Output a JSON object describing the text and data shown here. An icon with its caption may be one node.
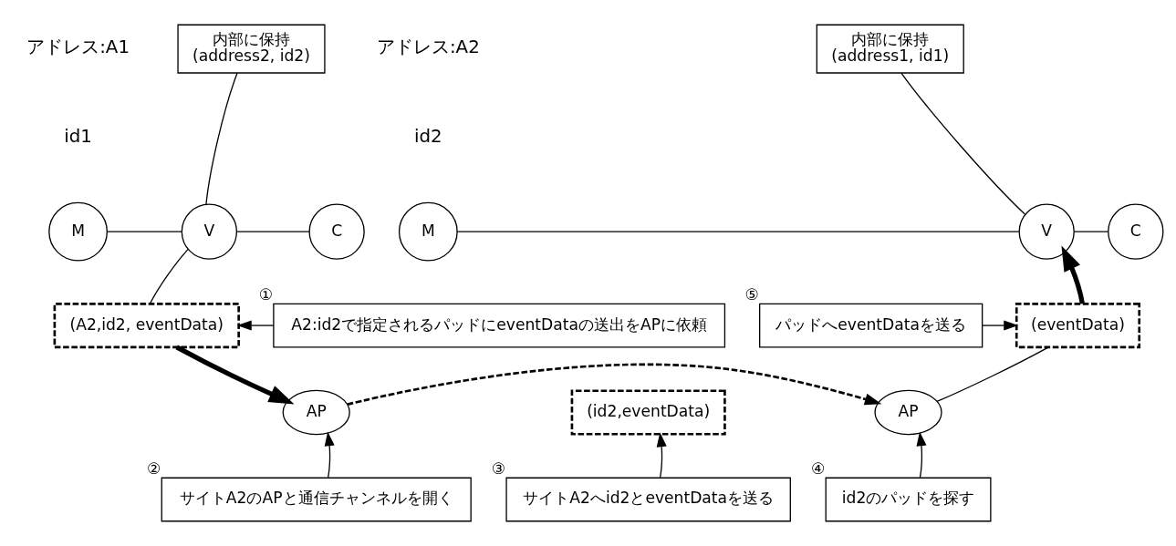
{
  "diagram": {
    "nodes": [
      {
        "text": [
          "内部に保持",
          "(address2, id2)"
        ]
      },
      {
        "text": [
          "M"
        ]
      },
      {
        "text": [
          "V"
        ]
      },
      {
        "text": [
          "C"
        ]
      },
      {
        "text": [
          "(A2,id2, eventData)"
        ]
      },
      {
        "text": [
          "AP"
        ]
      },
      {
        "text": [
          "A2:id2で指定されるパッドにeventDataの送出をAPに依頼"
        ],
        "beside": [
          "①"
        ]
      },
      {
        "text": [
          "サイトA2のAPと通信チャンネルを開く"
        ],
        "beside": [
          "②"
        ]
      },
      {
        "text": [
          "(id2,eventData)"
        ]
      },
      {
        "text": [
          "サイトA2へid2とeventDataを送る"
        ],
        "beside": [
          "③"
        ]
      },
      {
        "text": [
          "内部に保持",
          "(address1, id1)"
        ]
      },
      {
        "text": [
          "M"
        ]
      },
      {
        "text": [
          "V"
        ]
      },
      {
        "text": [
          "C"
        ]
      },
      {
        "text": [
          "(eventData)"
        ]
      },
      {
        "text": [
          "AP"
        ]
      },
      {
        "text": [
          "パッドへeventDataを送る"
        ],
        "beside": [
          "⑤"
        ]
      },
      {
        "text": [
          "id2のパッドを探す"
        ],
        "beside": [
          "④"
        ]
      }
    ],
    "edges": [
      {
        "from": 0,
        "to": 2,
        "arrow": "none"
      },
      {
        "from": 1,
        "to": 2,
        "arrow": "none"
      },
      {
        "from": 2,
        "to": 3,
        "arrow": "none"
      },
      {
        "from": 2,
        "to": 4,
        "arrow": "none"
      },
      {
        "from": 6,
        "to": 4,
        "arrow": "to"
      },
      {
        "from": 4,
        "to": 5,
        "arrow": "to",
        "style": "thick"
      },
      {
        "from": 7,
        "to": 5,
        "arrow": "to"
      },
      {
        "from": 5,
        "to": 15,
        "arrow": "to",
        "style": "dashed"
      },
      {
        "from": 9,
        "to": 8,
        "arrow": "to"
      },
      {
        "from": 10,
        "to": 12,
        "arrow": "none"
      },
      {
        "from": 11,
        "to": 12,
        "arrow": "none"
      },
      {
        "from": 12,
        "to": 13,
        "arrow": "none"
      },
      {
        "from": 15,
        "to": 14,
        "arrow": "none"
      },
      {
        "from": 14,
        "to": 12,
        "arrow": "to",
        "style": "thick"
      },
      {
        "from": 16,
        "to": 14,
        "arrow": "to"
      },
      {
        "from": 17,
        "to": 15,
        "arrow": "to"
      }
    ],
    "labels": [
      "アドレス:A1",
      "id1",
      "アドレス:A2",
      "id2"
    ]
  }
}
